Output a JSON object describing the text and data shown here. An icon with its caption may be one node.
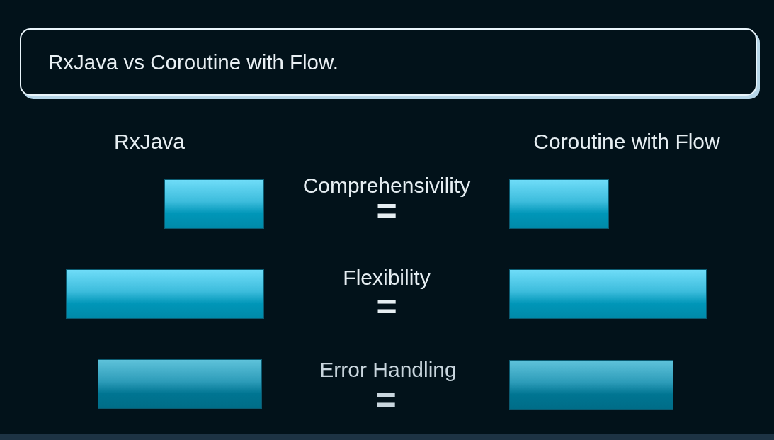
{
  "diagram": {
    "nodes": [
      {
        "text": [
          "RxJava vs Coroutine with Flow."
        ]
      },
      {
        "text": [],
        "shape": "bar"
      },
      {
        "text": [],
        "shape": "bar"
      },
      {
        "text": [],
        "shape": "bar"
      },
      {
        "text": [],
        "shape": "bar"
      },
      {
        "text": [],
        "shape": "bar"
      },
      {
        "text": [],
        "shape": "bar"
      }
    ],
    "edges": [],
    "labels": [
      "RxJava",
      "Coroutine with Flow",
      "Comprehensivility",
      "=",
      "Flexibility",
      "=",
      "Error Handling",
      "="
    ]
  }
}
